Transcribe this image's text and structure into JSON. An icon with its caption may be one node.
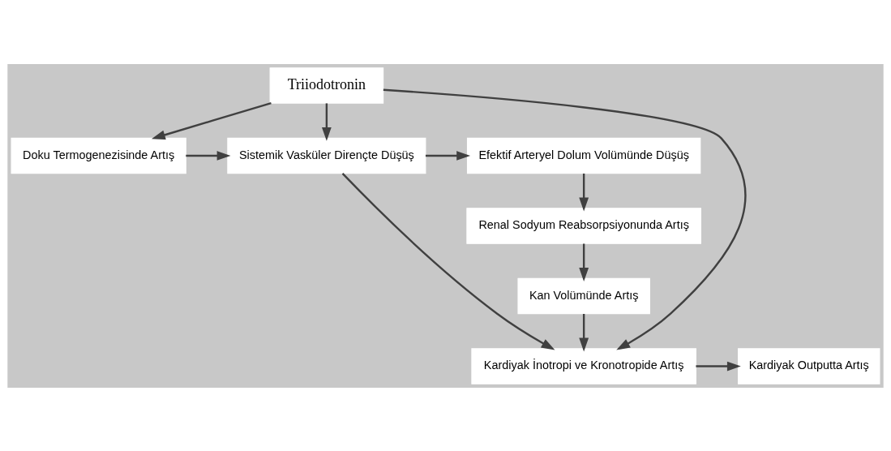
{
  "diagram": {
    "nodes": [
      {
        "text": [
          "Doku Termogenezisinde Artış"
        ]
      },
      {
        "text": [
          "Sistemik Vasküler Dirençte Düşüş"
        ]
      },
      {
        "text": [
          "Efektif Arteryel Dolum Volümünde Düşüş"
        ]
      },
      {
        "text": [
          "Triiodotronin"
        ]
      },
      {
        "text": [
          "Renal Sodyum Reabsorpsiyonunda Artış"
        ]
      },
      {
        "text": [
          "Kan Volümünde Artış"
        ]
      },
      {
        "text": [
          "Kardiyak Outputta Artış"
        ]
      },
      {
        "text": [
          "Kardiyak İnotropi ve Kronotropide Artış"
        ]
      }
    ],
    "edges": [
      {
        "from": 3,
        "to": 0,
        "arrow": "to"
      },
      {
        "from": 3,
        "to": 1,
        "arrow": "to"
      },
      {
        "from": 3,
        "to": 7,
        "arrow": "to"
      },
      {
        "from": 0,
        "to": 1,
        "arrow": "to"
      },
      {
        "from": 1,
        "to": 2,
        "arrow": "to"
      },
      {
        "from": 1,
        "to": 7,
        "arrow": "to"
      },
      {
        "from": 2,
        "to": 4,
        "arrow": "to"
      },
      {
        "from": 4,
        "to": 5,
        "arrow": "to"
      },
      {
        "from": 5,
        "to": 7,
        "arrow": "to"
      },
      {
        "from": 7,
        "to": 6,
        "arrow": "to"
      }
    ]
  }
}
